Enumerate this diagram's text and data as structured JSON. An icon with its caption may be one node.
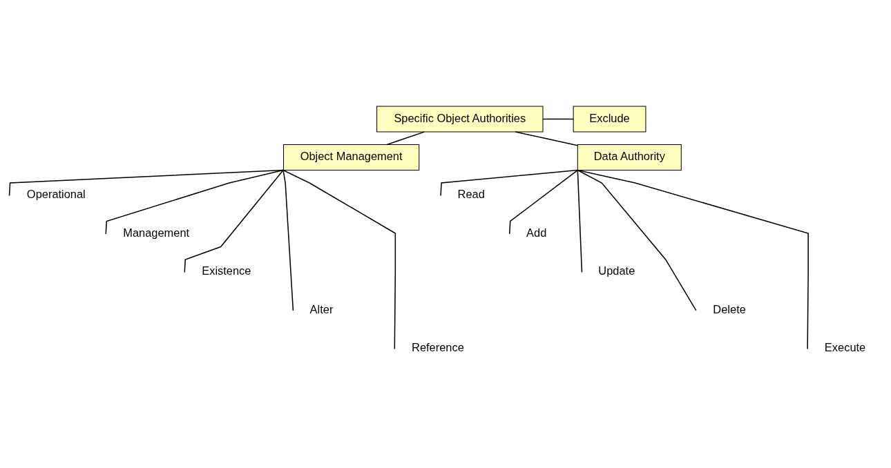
{
  "diagram": {
    "nodes": [
      {
        "text": [
          "Specific Object Authorities"
        ]
      },
      {
        "text": [
          "Exclude"
        ]
      },
      {
        "text": [
          "Object Management"
        ]
      },
      {
        "text": [
          "Data Authority"
        ]
      },
      {
        "text": [
          "Operational"
        ]
      },
      {
        "text": [
          "Management"
        ]
      },
      {
        "text": [
          "Existence"
        ]
      },
      {
        "text": [
          "Alter"
        ]
      },
      {
        "text": [
          "Reference"
        ]
      },
      {
        "text": [
          "Read"
        ]
      },
      {
        "text": [
          "Add"
        ]
      },
      {
        "text": [
          "Update"
        ]
      },
      {
        "text": [
          "Delete"
        ]
      },
      {
        "text": [
          "Execute"
        ]
      }
    ],
    "edges": [
      {
        "from": 0,
        "to": 1,
        "arrow": "none"
      },
      {
        "from": 0,
        "to": 2,
        "arrow": "none"
      },
      {
        "from": 0,
        "to": 3,
        "arrow": "none"
      },
      {
        "from": 2,
        "to": 4,
        "arrow": "none"
      },
      {
        "from": 2,
        "to": 5,
        "arrow": "none"
      },
      {
        "from": 2,
        "to": 6,
        "arrow": "none"
      },
      {
        "from": 2,
        "to": 7,
        "arrow": "none"
      },
      {
        "from": 2,
        "to": 8,
        "arrow": "none"
      },
      {
        "from": 3,
        "to": 9,
        "arrow": "none"
      },
      {
        "from": 3,
        "to": 10,
        "arrow": "none"
      },
      {
        "from": 3,
        "to": 11,
        "arrow": "none"
      },
      {
        "from": 3,
        "to": 12,
        "arrow": "none"
      },
      {
        "from": 3,
        "to": 13,
        "arrow": "none"
      }
    ]
  }
}
